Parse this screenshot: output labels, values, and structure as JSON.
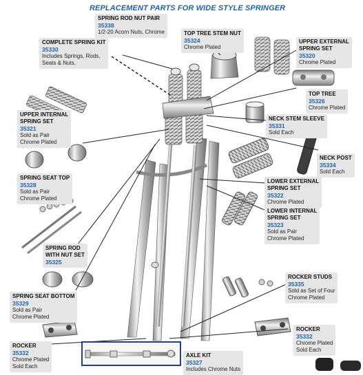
{
  "title": "REPLACEMENT PARTS FOR WIDE STYLE SPRINGER",
  "colors": {
    "accent": "#1f62ad",
    "callout_bg": "#e6e6e6",
    "chrome": "#c9c9c9"
  },
  "callouts": {
    "spring_rod_nut_pair": {
      "name": "SPRING ROD NUT PAIR",
      "pn": "35338",
      "desc": [
        "1/2-20 Acorn Nuts, Chrome"
      ]
    },
    "top_tree_stem_nut": {
      "name": "TOP TREE STEM NUT",
      "pn": "35324",
      "desc": [
        "Chrome Plated"
      ]
    },
    "complete_spring_kit": {
      "name": "COMPLETE SPRING KIT",
      "pn": "35330",
      "desc": [
        "Includes Springs, Rods,",
        "Seats & Nuts."
      ]
    },
    "upper_external_spring_set": {
      "name": [
        "UPPER EXTERNAL",
        "SPRING SET"
      ],
      "pn": "35320",
      "desc": [
        "Chrome Plated"
      ]
    },
    "top_tree": {
      "name": "TOP TREE",
      "pn": "35326",
      "desc": [
        "Chrome Plated"
      ]
    },
    "upper_internal_spring_set": {
      "name": [
        "UPPER INTERNAL",
        "SPRING SET"
      ],
      "pn": "35321",
      "desc": [
        "Sold as Pair",
        "Chrome Plated"
      ]
    },
    "neck_stem_sleeve": {
      "name": "NECK STEM SLEEVE",
      "pn": "35331",
      "desc": [
        "Sold Each"
      ]
    },
    "neck_post": {
      "name": "NECK POST",
      "pn": "35334",
      "desc": [
        "Sold Each"
      ]
    },
    "spring_seat_top": {
      "name": "SPRING SEAT TOP",
      "pn": "35328",
      "desc": [
        "Sold as Pair",
        "Chrome Plated"
      ]
    },
    "lower_external_spring_set": {
      "name": [
        "LOWER EXTERNAL",
        "SPRING SET"
      ],
      "pn": "35322",
      "desc": [
        "Chrome Plated"
      ]
    },
    "lower_internal_spring_set": {
      "name": [
        "LOWER INTERNAL",
        "SPRING SET"
      ],
      "pn": "35323",
      "desc": [
        "Sold as Pair",
        "Chrome Plated"
      ]
    },
    "spring_rod_with_nut_set": {
      "name": [
        "SPRING ROD",
        "WITH NUT SET"
      ],
      "pn": "35325",
      "desc": []
    },
    "rocker_studs": {
      "name": "ROCKER STUDS",
      "pn": "35335",
      "desc": [
        "Sold as Set of Four",
        "Chrome Plated"
      ]
    },
    "spring_seat_bottom": {
      "name": "SPRING SEAT BOTTOM",
      "pn": "35329",
      "desc": [
        "Sold as Pair",
        "Chrome Plated"
      ]
    },
    "rocker_right": {
      "name": "ROCKER",
      "pn": "35332",
      "desc": [
        "Chrome Plated",
        "Sold Each"
      ]
    },
    "rocker_left": {
      "name": "ROCKER",
      "pn": "35332",
      "desc": [
        "Chrome Plated",
        "Sold Each"
      ]
    },
    "axle_kit": {
      "name": "AXLE KIT",
      "pn": "35327",
      "desc": [
        "Includes Chrome Nuts"
      ]
    }
  }
}
